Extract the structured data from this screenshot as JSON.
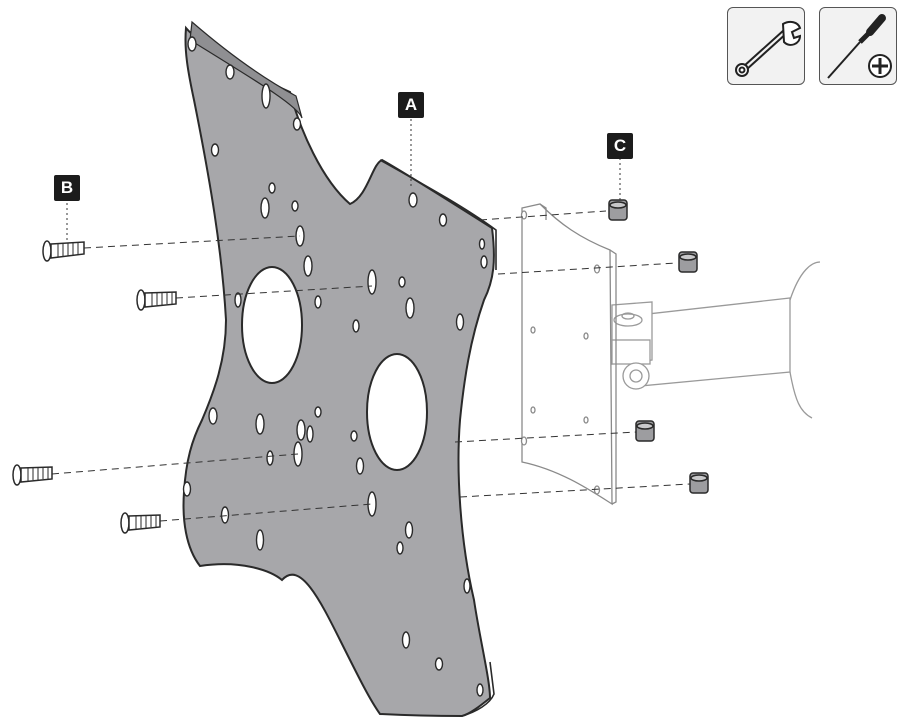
{
  "callouts": {
    "plate": "A",
    "screws": "B",
    "nuts": "C"
  },
  "tools": [
    {
      "icon": "wrench-icon"
    },
    {
      "icon": "phillips-screwdriver-icon"
    }
  ],
  "colors": {
    "plate_fill": "#a7a7aa",
    "outline": "#2a2a2a",
    "bracket_outline": "#8a8a8a",
    "callout_bg": "#1c1c1c"
  }
}
